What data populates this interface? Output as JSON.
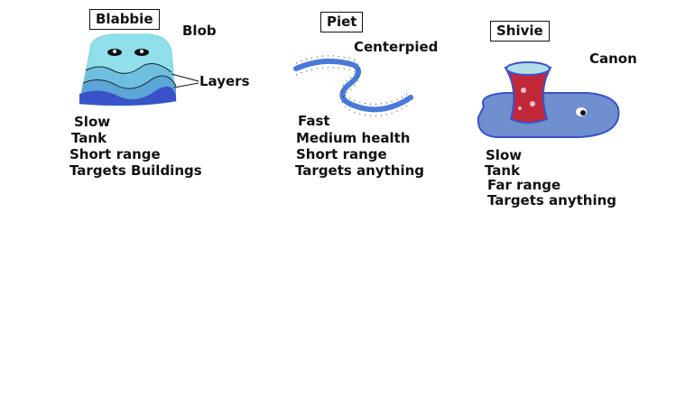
{
  "creatures": [
    {
      "name": "Blabbie",
      "type": "Blob",
      "annotation": "Layers",
      "stats": [
        "Slow",
        "Tank",
        "Short range",
        "Targets Buildings"
      ]
    },
    {
      "name": "Piet",
      "type": "Centerpied",
      "stats": [
        "Fast",
        "Medium health",
        "Short range",
        "Targets anything"
      ]
    },
    {
      "name": "Shivie",
      "type": "Canon",
      "stats": [
        "Slow",
        "Tank",
        "Far range",
        "Targets anything"
      ]
    }
  ],
  "colors": {
    "blob_top": "#8fe0ea",
    "blob_mid": "#5ba6d6",
    "blob_bottom": "#3a52c8",
    "centipede": "#4a7ad8",
    "cannon_base": "#6f8fcf",
    "cannon_barrel": "#c0283a"
  }
}
